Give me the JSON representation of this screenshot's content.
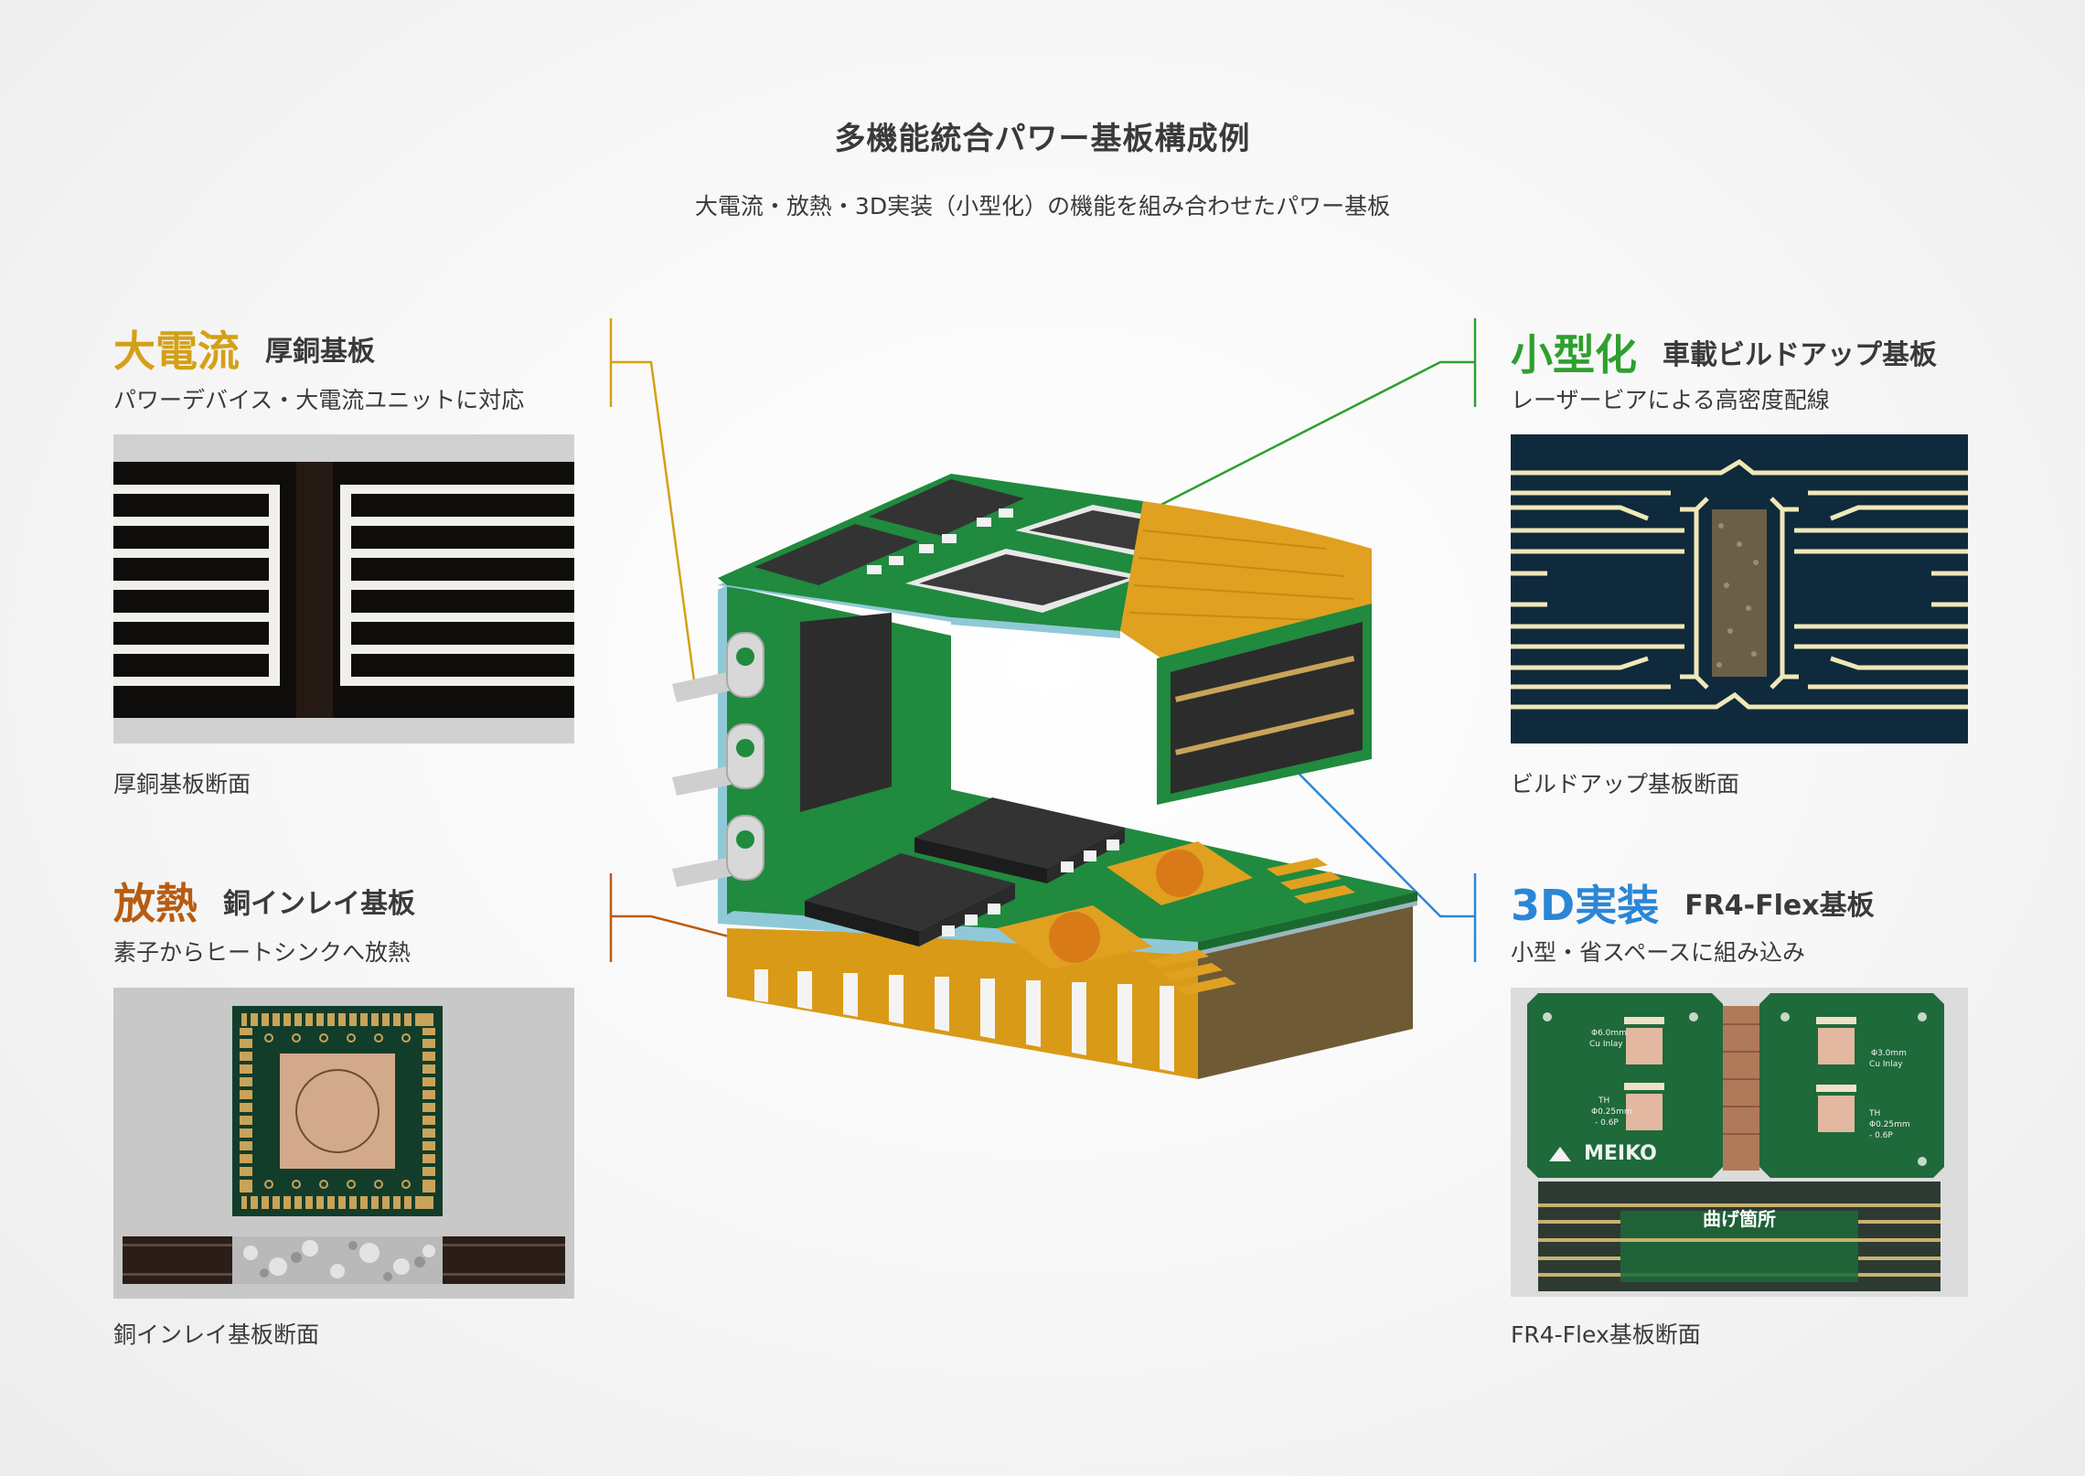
{
  "header": {
    "title": "多機能統合パワー基板構成例",
    "subtitle": "大電流・放熱・3D実装（小型化）の機能を組み合わせたパワー基板"
  },
  "sections": {
    "current": {
      "label": "大電流",
      "type": "厚銅基板",
      "description": "パワーデバイス・大電流ユニットに対応",
      "caption": "厚銅基板断面",
      "color": "#d4a017"
    },
    "heat": {
      "label": "放熱",
      "type": "銅インレイ基板",
      "description": "素子からヒートシンクへ放熱",
      "caption": "銅インレイ基板断面",
      "color": "#b85c12"
    },
    "miniature": {
      "label": "小型化",
      "type": "車載ビルドアップ基板",
      "description": "レーザービアによる高密度配線",
      "caption": "ビルドアップ基板断面",
      "color": "#2ea02e"
    },
    "mount3d": {
      "label": "3D実装",
      "type": "FR4-Flex基板",
      "description": "小型・省スペースに組み込み",
      "caption": "FR4-Flex基板断面",
      "color": "#2b86d6"
    }
  },
  "flex_photo": {
    "brand": "MEIKO",
    "bend_label": "曲げ箇所",
    "left_board": [
      "Φ6.0mm",
      "Cu Inlay",
      "TH",
      "Φ0.25mm",
      "- 0.6P"
    ],
    "right_board": [
      "Φ3.0mm",
      "Cu Inlay",
      "TH",
      "Φ0.25mm",
      "- 0.6P"
    ]
  }
}
